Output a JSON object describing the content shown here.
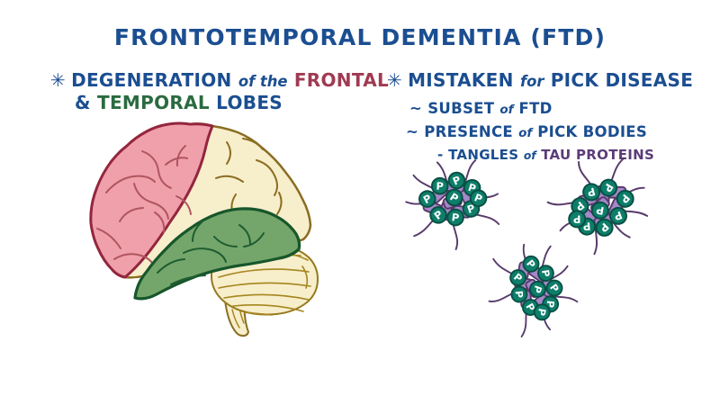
{
  "title": "FRONTOTEMPORAL DEMENTIA (FTD)",
  "notes": {
    "left": {
      "bullet": "✳",
      "degeneration": "DEGENERATION",
      "of_the": "of the",
      "frontal": "FRONTAL",
      "amp": "&",
      "temporal": "TEMPORAL",
      "lobes": "LOBES"
    },
    "right": {
      "bullet": "✳",
      "mistaken": "MISTAKEN",
      "for": "for",
      "pick_disease": "PICK DISEASE",
      "tilde1": "~",
      "subset": "SUBSET",
      "of1": "of",
      "ftd": "FTD",
      "tilde2": "~",
      "presence": "PRESENCE",
      "of2": "of",
      "pick_bodies": "PICK BODIES",
      "dash": "-",
      "tangles": "TANGLES",
      "of3": "of",
      "tau_proteins": "TAU PROTEINS"
    }
  },
  "brain": {
    "frontal_lobe": "FRONTAL lobe (highlighted pink)",
    "temporal_lobe": "TEMPORAL lobe (highlighted green)"
  },
  "tangles": {
    "phosphate_label": "P",
    "cluster_count": 3
  },
  "colors": {
    "heading_blue": "#1b4e91",
    "accent_red": "#a03a52",
    "accent_green": "#2a6b40",
    "accent_purple": "#5b3c78",
    "brain_frontal_fill": "#f0a0aa",
    "brain_frontal_outline": "#93263e",
    "brain_cortex_fill": "#f7eecb",
    "brain_cortex_outline": "#8a6d22",
    "brain_temporal_fill": "#74a66b",
    "brain_temporal_outline": "#17562b",
    "tangle_thread": "#583a6b",
    "tangle_bar_fill": "#a687c9",
    "phosphate_fill": "#0e7e6a",
    "phosphate_stroke": "#084f43"
  }
}
